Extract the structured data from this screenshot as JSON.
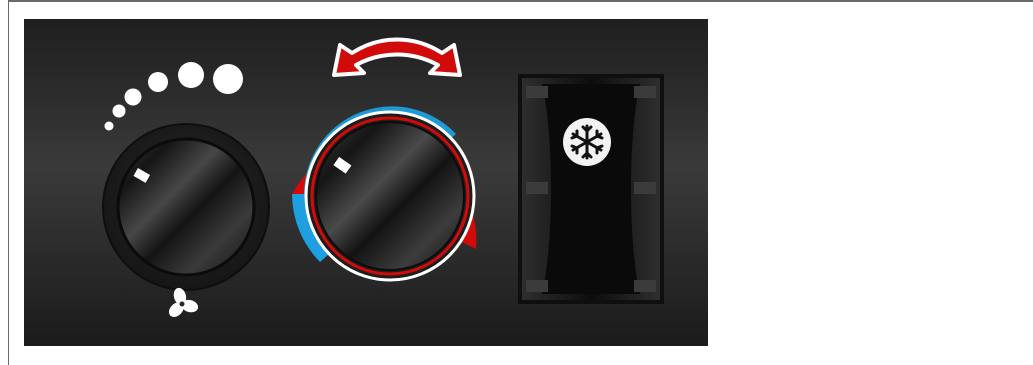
{
  "colors": {
    "panel": "#2c2c2c",
    "knob": "#1a1a1a",
    "hot": "#d10a0a",
    "cold": "#1ea0e0",
    "indicator": "#ffffff"
  },
  "controls": {
    "fan_speed": {
      "icon": "fan-icon",
      "speed_levels": 6,
      "indicator": "speed-dots"
    },
    "temperature": {
      "icon": "rotate-arrows-icon",
      "range": [
        "cold",
        "hot"
      ]
    },
    "ac_switch": {
      "icon": "snowflake-icon",
      "state": "off"
    }
  }
}
